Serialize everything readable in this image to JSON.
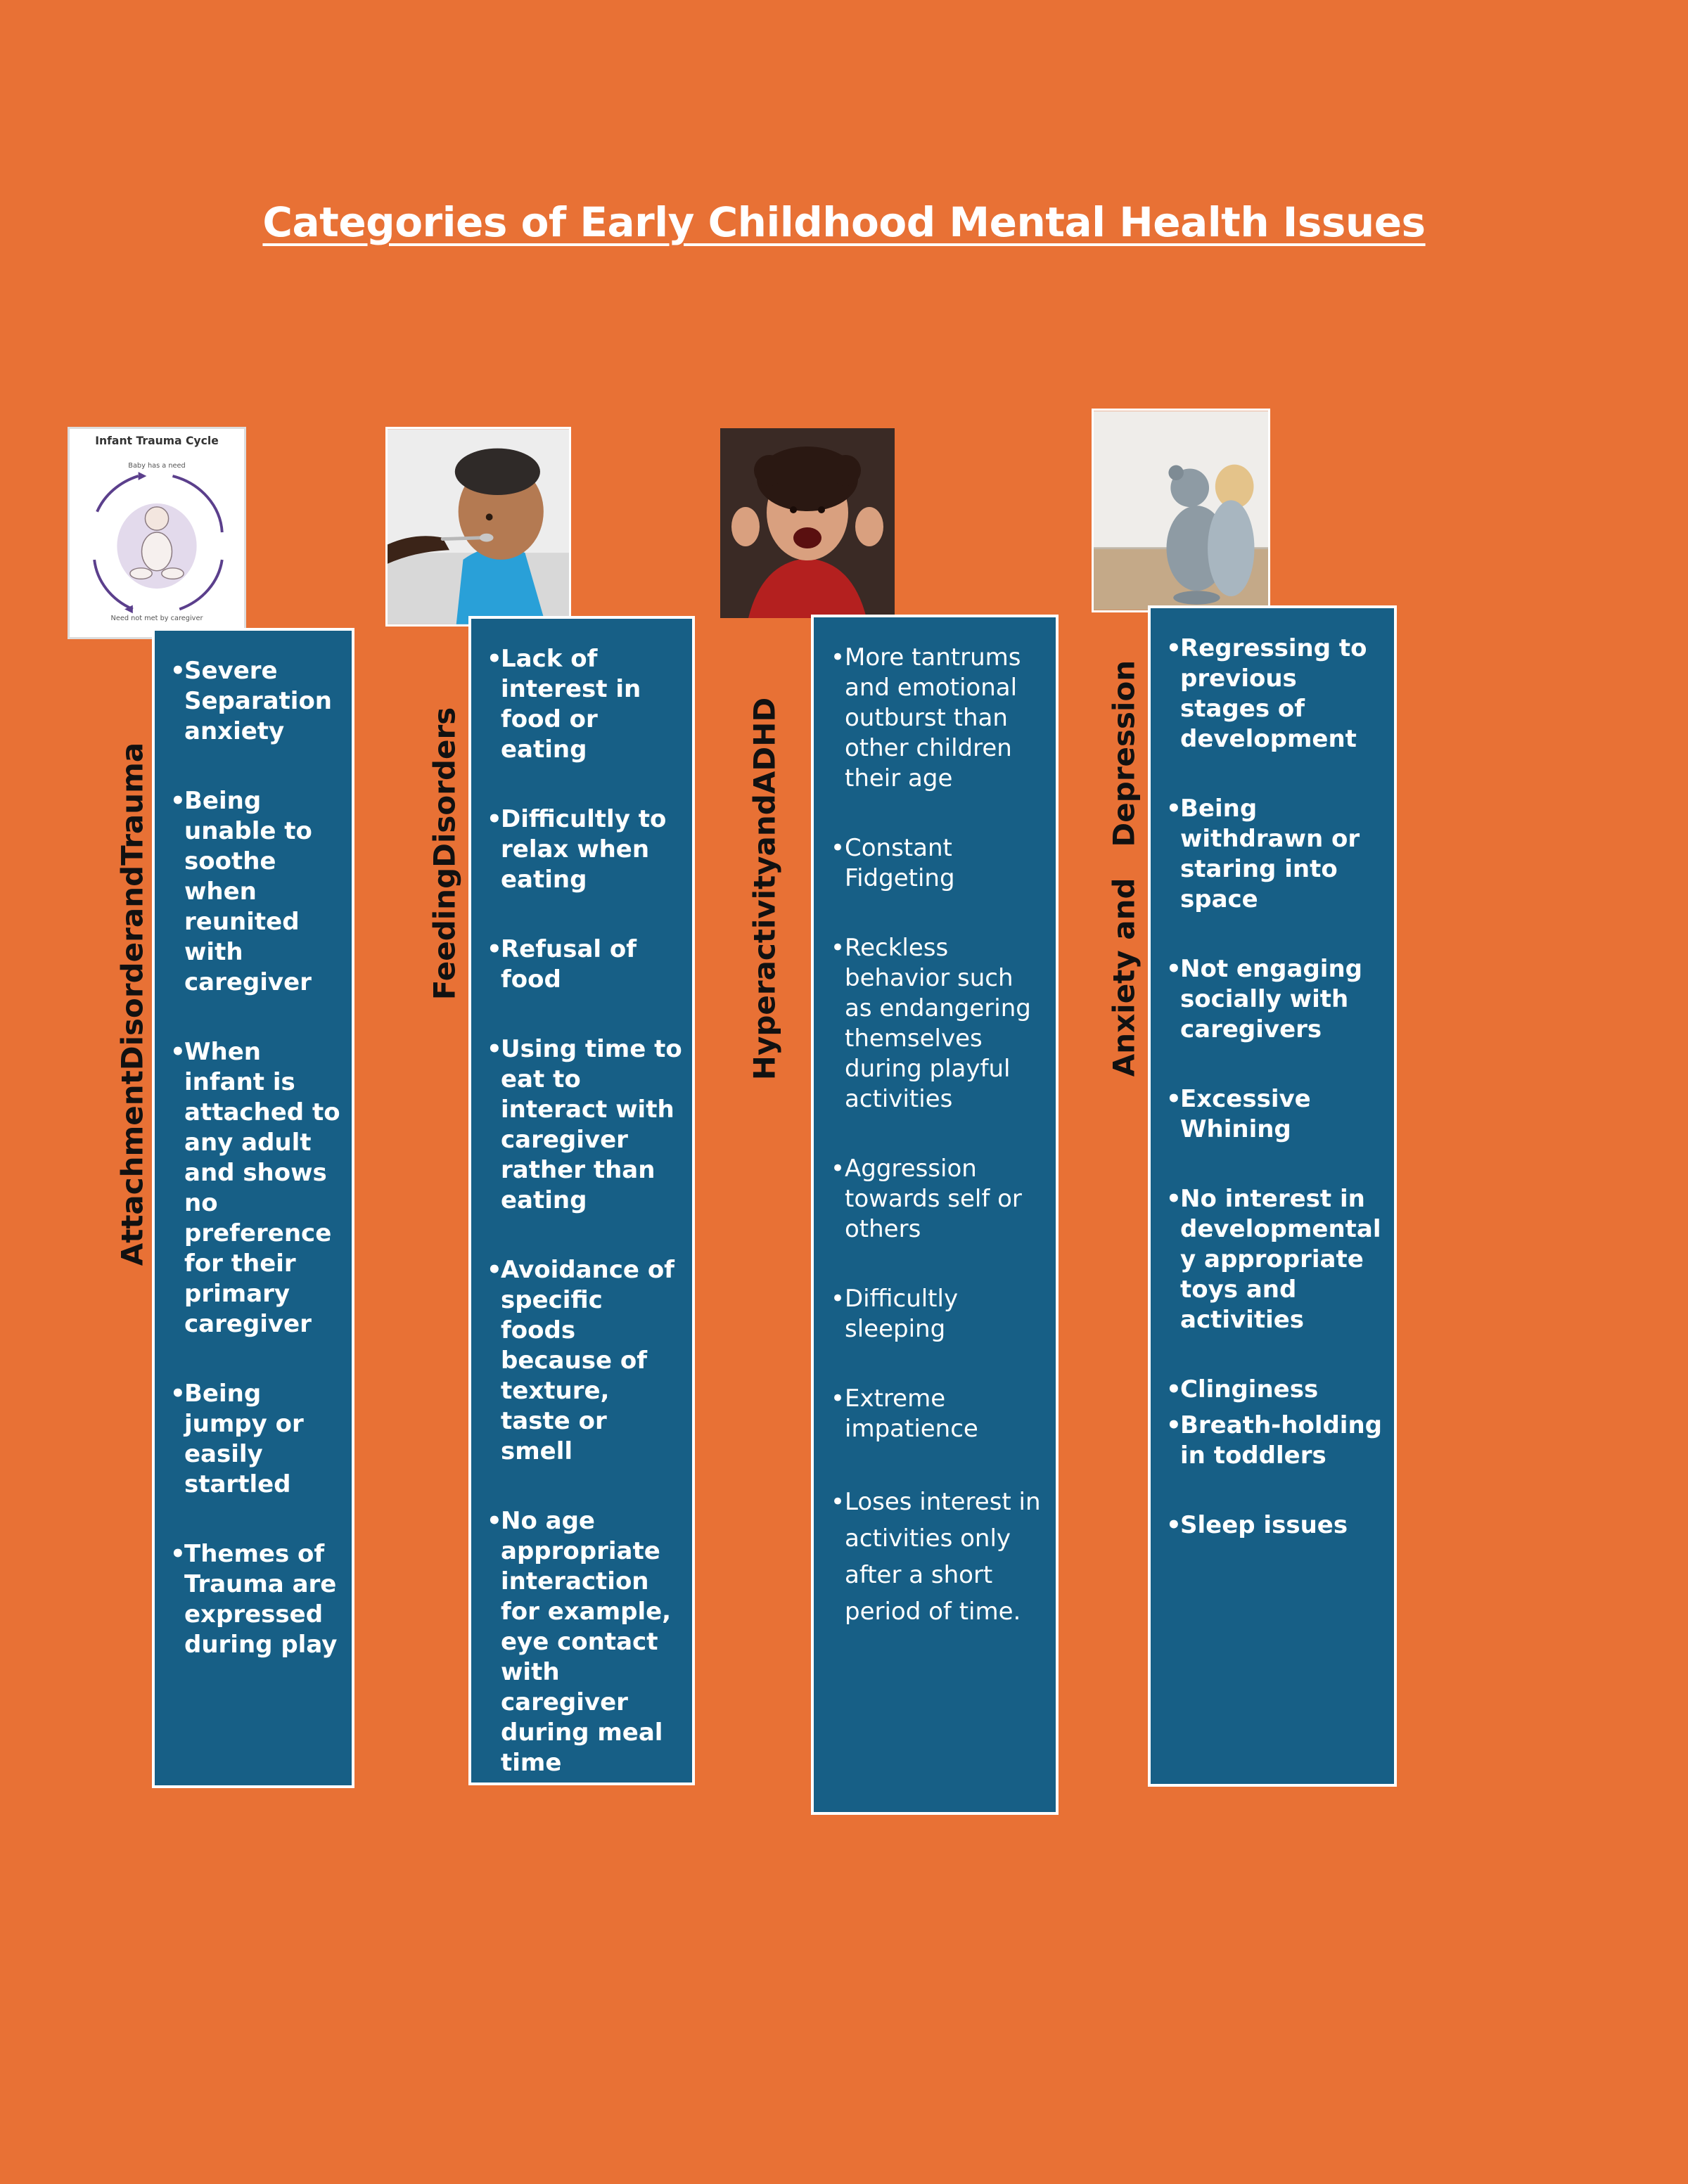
{
  "title": "Categories of Early Childhood Mental Health Issues",
  "columns": [
    {
      "heading": "AttachmentDisorderandTrauma",
      "image": {
        "icon": "infant-trauma-cycle-diagram",
        "caption_title": "Infant Trauma Cycle",
        "label_top": "Baby has a need",
        "label_bottom": "Need not met by caregiver"
      },
      "items": [
        "Severe Separation anxiety",
        "Being unable to soothe when reunited with caregiver",
        "When infant is attached to any adult and shows no preference for their primary caregiver",
        "Being jumpy or easily startled",
        "Themes of Trauma are expressed during play"
      ]
    },
    {
      "heading": "FeedingDisorders",
      "image": {
        "icon": "baby-being-fed-photo"
      },
      "items": [
        "Lack of interest in food or eating",
        "Difficultly to relax when eating",
        "Refusal of food",
        "Using time to eat to interact with caregiver rather than eating",
        "Avoidance of specific foods because of texture, taste or smell",
        "No age appropriate interaction for example, eye contact with caregiver during meal time"
      ]
    },
    {
      "heading": "HyperactivityandADHD",
      "image": {
        "icon": "screaming-child-photo"
      },
      "items": [
        "More tantrums and emotional outburst than other children their age",
        "Constant Fidgeting",
        "Reckless behavior such as endangering themselves during playful activities",
        "Aggression towards self or others",
        "Difficultly sleeping",
        "Extreme impatience",
        "Loses interest in activities only after a short period of time."
      ]
    },
    {
      "heading": "Anxiety and   Depression",
      "image": {
        "icon": "sad-child-with-teddy-photo"
      },
      "items": [
        "Regressing to previous stages of development",
        "Being withdrawn or staring into space",
        "Not engaging socially with caregivers",
        "Excessive Whining",
        "No interest in developmental y appropriate toys and activities",
        "Clinginess",
        "Breath-holding in toddlers",
        "Sleep issues"
      ]
    }
  ]
}
